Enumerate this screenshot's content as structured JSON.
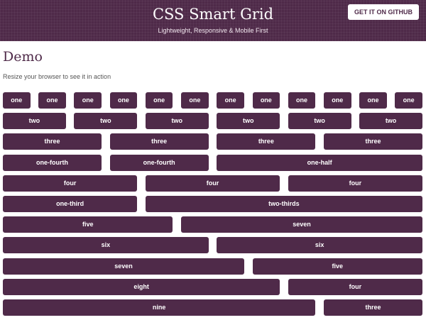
{
  "header": {
    "title": "CSS Smart Grid",
    "tagline": "Lightweight, Responsive & Mobile First",
    "github_button": "GET IT ON GITHUB"
  },
  "demo": {
    "title": "Demo",
    "intro": "Resize your browser to see it in action"
  },
  "colors": {
    "brand": "#4f2a49",
    "text_on_brand": "#ffffff"
  },
  "grid_rows": [
    [
      "one",
      "one",
      "one",
      "one",
      "one",
      "one",
      "one",
      "one",
      "one",
      "one",
      "one",
      "one"
    ],
    [
      "two",
      "two",
      "two",
      "two",
      "two",
      "two"
    ],
    [
      "three",
      "three",
      "three",
      "three"
    ],
    [
      "one-fourth",
      "one-fourth",
      "one-half"
    ],
    [
      "four",
      "four",
      "four"
    ],
    [
      "one-third",
      "two-thirds"
    ],
    [
      "five",
      "seven"
    ],
    [
      "six",
      "six"
    ],
    [
      "seven",
      "five"
    ],
    [
      "eight",
      "four"
    ],
    [
      "nine",
      "three"
    ]
  ]
}
